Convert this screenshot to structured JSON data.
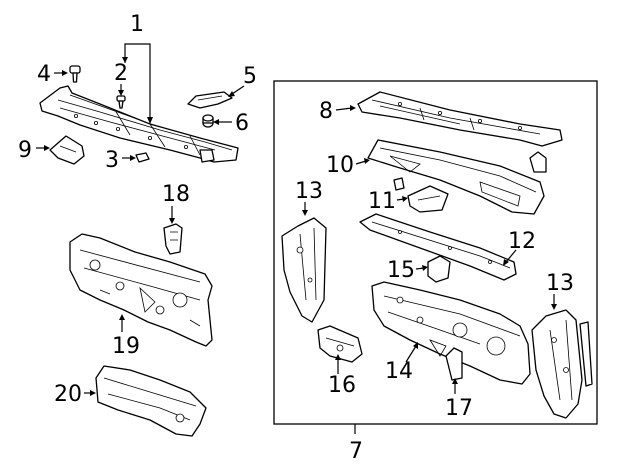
{
  "diagram": {
    "callouts": [
      {
        "id": "1",
        "label": "1"
      },
      {
        "id": "2",
        "label": "2"
      },
      {
        "id": "3",
        "label": "3"
      },
      {
        "id": "4",
        "label": "4"
      },
      {
        "id": "5",
        "label": "5"
      },
      {
        "id": "6",
        "label": "6"
      },
      {
        "id": "7",
        "label": "7"
      },
      {
        "id": "8",
        "label": "8"
      },
      {
        "id": "9",
        "label": "9"
      },
      {
        "id": "10",
        "label": "10"
      },
      {
        "id": "11",
        "label": "11"
      },
      {
        "id": "12",
        "label": "12"
      },
      {
        "id": "13a",
        "label": "13"
      },
      {
        "id": "13b",
        "label": "13"
      },
      {
        "id": "14",
        "label": "14"
      },
      {
        "id": "15",
        "label": "15"
      },
      {
        "id": "16",
        "label": "16"
      },
      {
        "id": "17",
        "label": "17"
      },
      {
        "id": "18",
        "label": "18"
      },
      {
        "id": "19",
        "label": "19"
      },
      {
        "id": "20",
        "label": "20"
      }
    ]
  }
}
